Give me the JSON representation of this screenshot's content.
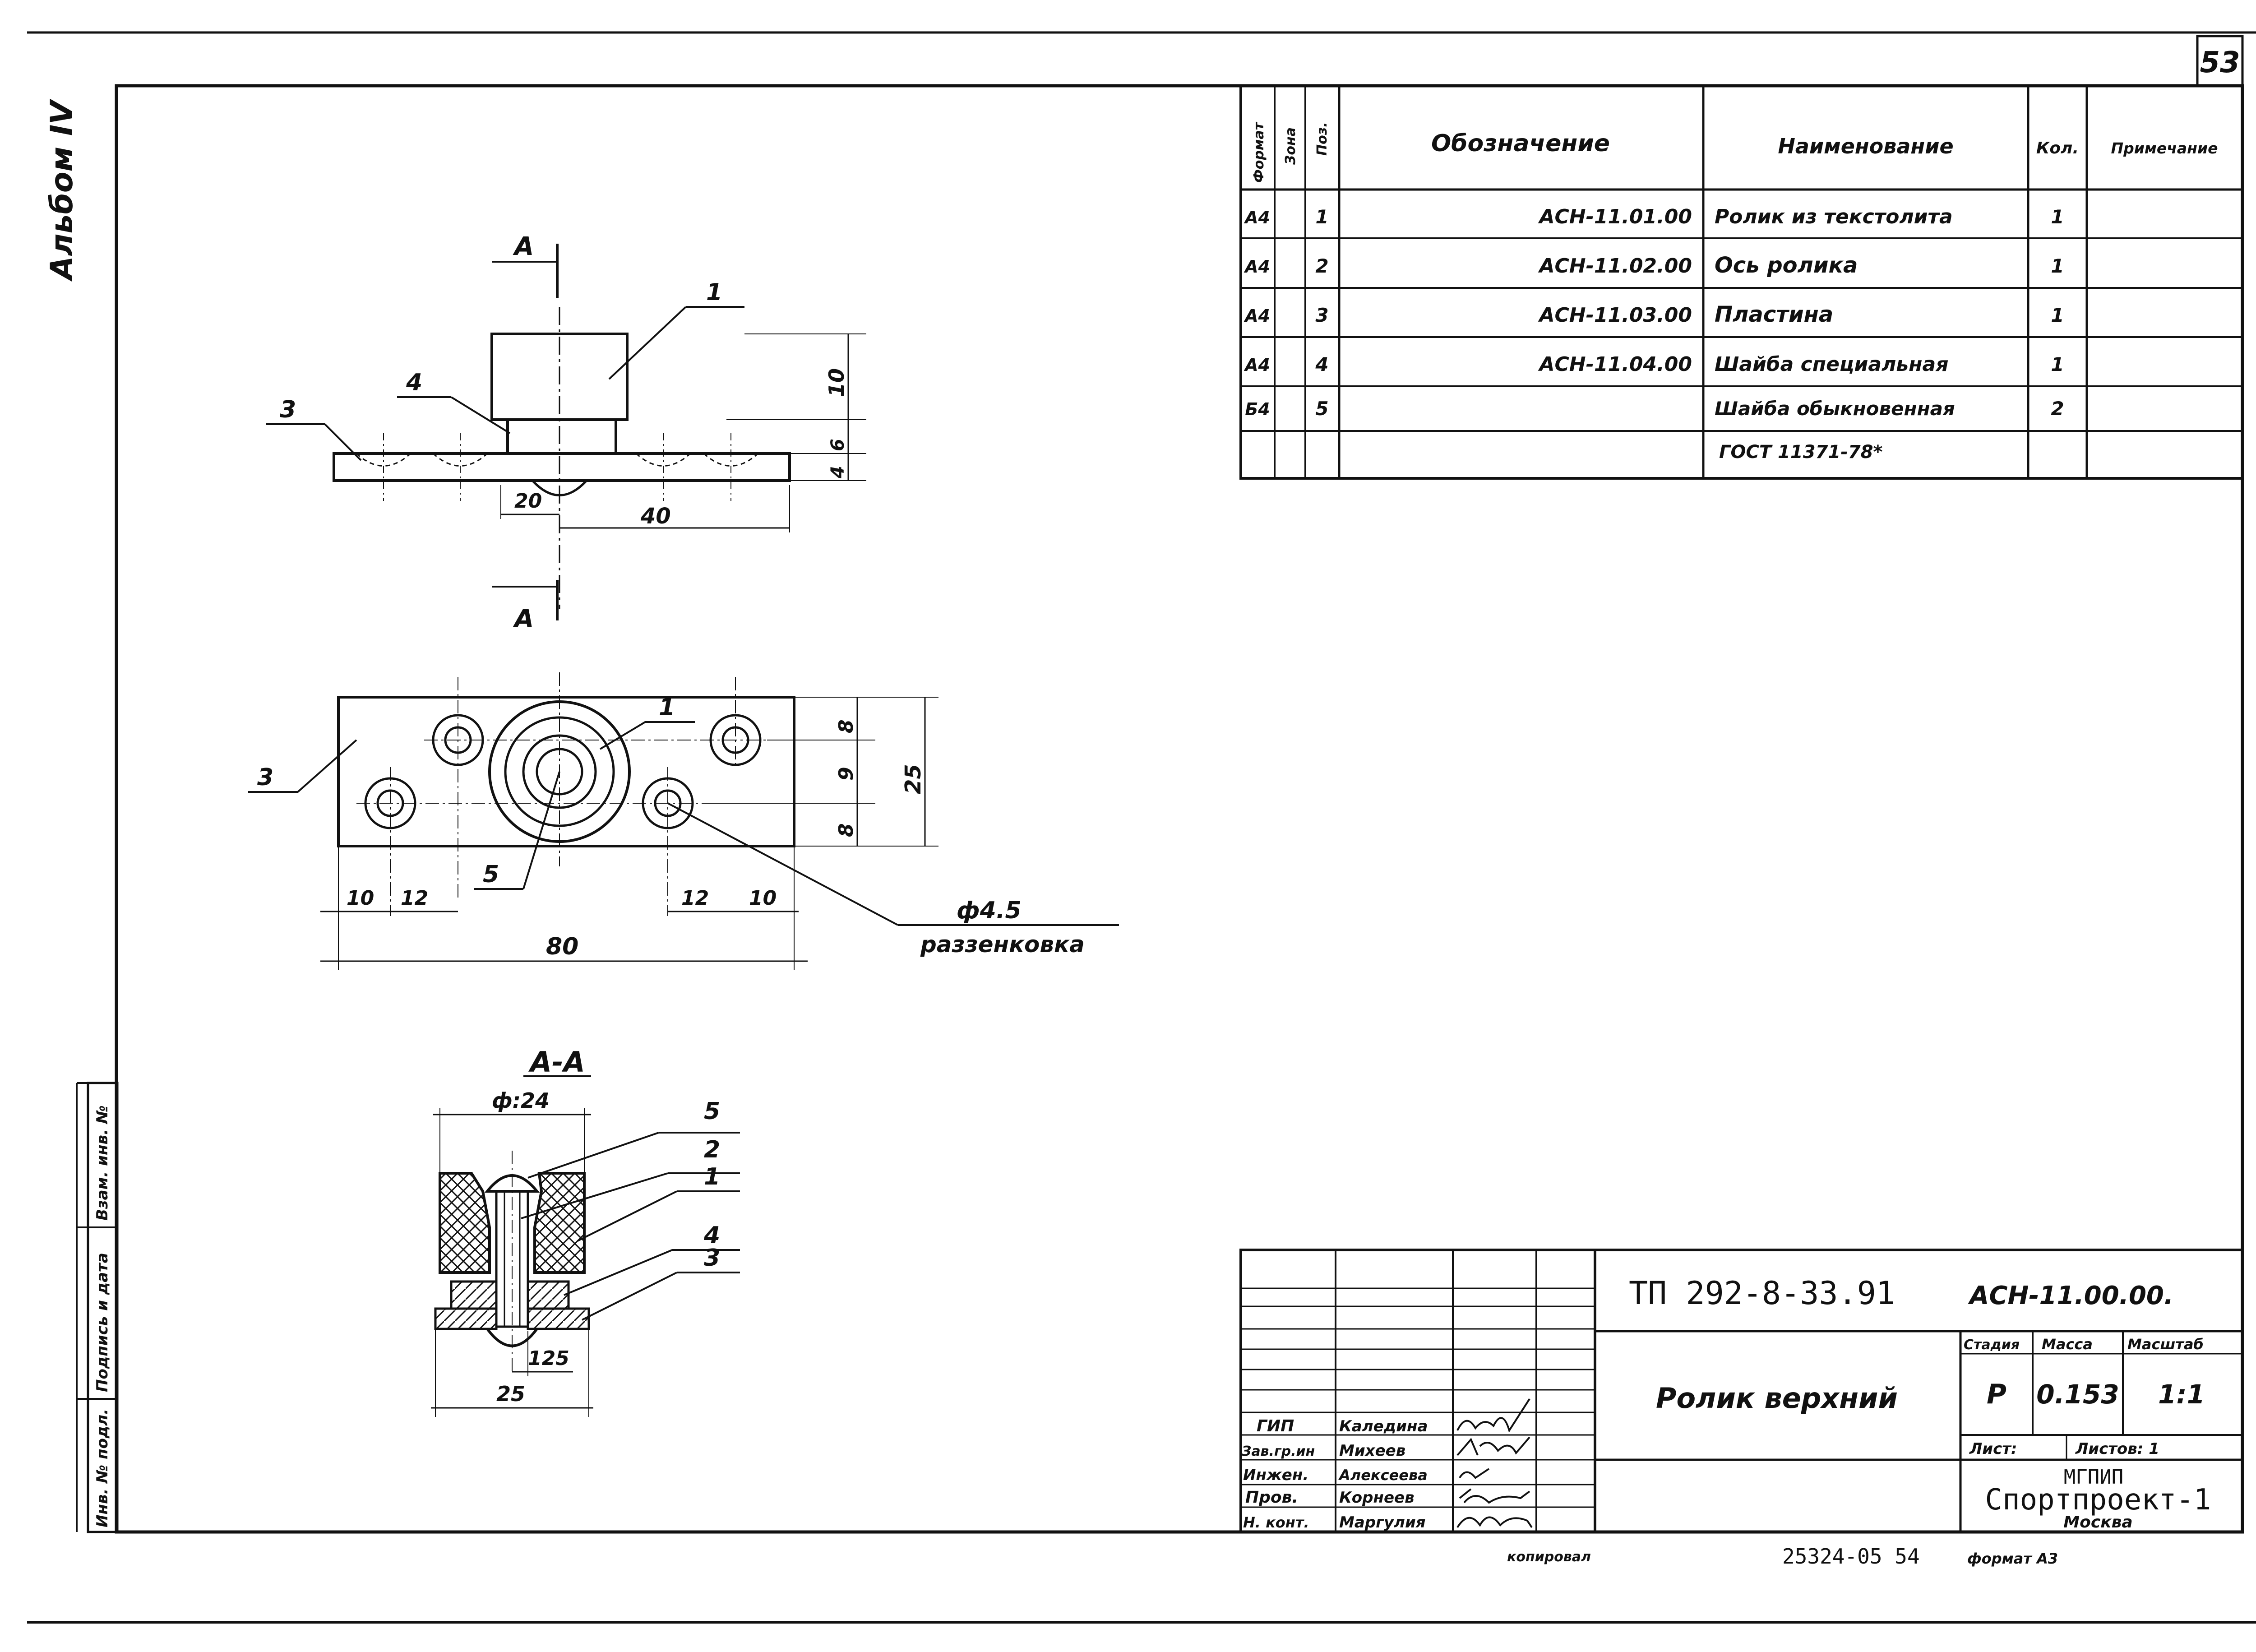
{
  "sheet": {
    "number": "53",
    "album": "Альбом IV",
    "copied": "копировал",
    "inventory": "25324-05 54",
    "format": "формат А3"
  },
  "side_stamps": [
    "Инв. № подл.",
    "Подпись и дата",
    "Взам. инв. №"
  ],
  "spec": {
    "headers": {
      "format": "Формат",
      "zone": "Зона",
      "pos": "Поз.",
      "designation": "Обозначение",
      "name": "Наименование",
      "qty": "Кол.",
      "note": "Примечание"
    },
    "rows": [
      {
        "format": "А4",
        "pos": "1",
        "designation": "АСН-11.01.00",
        "name": "Ролик из текстолита",
        "qty": "1"
      },
      {
        "format": "А4",
        "pos": "2",
        "designation": "АСН-11.02.00",
        "name": "Ось ролика",
        "qty": "1"
      },
      {
        "format": "А4",
        "pos": "3",
        "designation": "АСН-11.03.00",
        "name": "Пластина",
        "qty": "1"
      },
      {
        "format": "А4",
        "pos": "4",
        "designation": "АСН-11.04.00",
        "name": "Шайба специальная",
        "qty": "1"
      },
      {
        "format": "Б4",
        "pos": "5",
        "designation": "",
        "name": "Шайба обыкновенная",
        "qty": "2"
      },
      {
        "format": "",
        "pos": "",
        "designation": "",
        "name": "ГОСТ 11371-78*",
        "qty": ""
      }
    ]
  },
  "drawing": {
    "section_mark": "А",
    "section_title": "А-А",
    "callout_hole": "ф4.5",
    "callout_countersink": "раззенковка",
    "view1": {
      "dims": [
        "10",
        "4",
        "6",
        "20",
        "40"
      ],
      "labels": [
        "1",
        "3",
        "4"
      ]
    },
    "view2": {
      "dims": [
        "8",
        "9",
        "8",
        "25",
        "10",
        "12",
        "12",
        "10",
        "80"
      ],
      "labels": [
        "1",
        "3",
        "5"
      ]
    },
    "view3": {
      "dims": [
        "ф:24",
        "125",
        "25"
      ],
      "labels": [
        "5",
        "2",
        "1",
        "4",
        "3"
      ]
    }
  },
  "title_block": {
    "code": "ТП 292-8-33.91",
    "designation": "АСН-11.00.00.",
    "title": "Ролик верхний",
    "stage_label": "Стадия",
    "mass_label": "Масса",
    "scale_label": "Масштаб",
    "stage": "Р",
    "mass": "0.153",
    "scale": "1:1",
    "sheet_label": "Лист:",
    "sheets_label": "Листов: 1",
    "org1": "МГПИП",
    "org2": "Спортпроект-1",
    "org3": "Москва",
    "staff": [
      {
        "role": "ГИП",
        "name": "Каледина"
      },
      {
        "role": "Зав.гр.ин",
        "name": "Михеев"
      },
      {
        "role": "Инжен.",
        "name": "Алексеева"
      },
      {
        "role": "Пров.",
        "name": "Корнеев"
      },
      {
        "role": "Н. конт.",
        "name": "Маргулия"
      }
    ]
  }
}
